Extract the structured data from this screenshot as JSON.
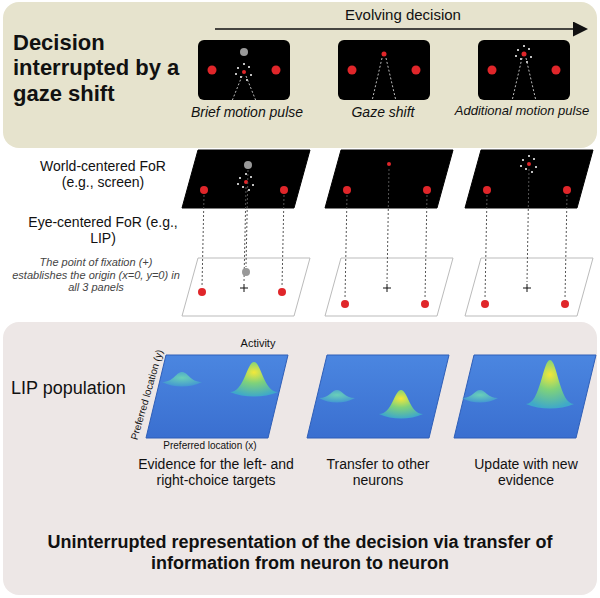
{
  "diagram": {
    "caption": "Uninterrupted representation of the decision via transfer of information from neuron to neuron",
    "nodes": [
      {
        "text": [
          "Decision interrupted by a gaze shift",
          "Evolving decision"
        ]
      },
      {
        "text": [
          "LIP population"
        ]
      }
    ],
    "labels": [
      "Brief motion pulse",
      "Gaze shift",
      "Additional motion pulse",
      "World-centered FoR (e.g., screen)",
      "Eye-centered FoR (e.g., LIP)",
      "The point of fixation (+) establishes the origin (x=0, y=0) in all 3 panels",
      "Activity",
      "Preferred location (y)",
      "Preferred location (x)",
      "Evidence for the left- and right-choice targets",
      "Transfer to other neurons",
      "Update with new evidence"
    ]
  }
}
